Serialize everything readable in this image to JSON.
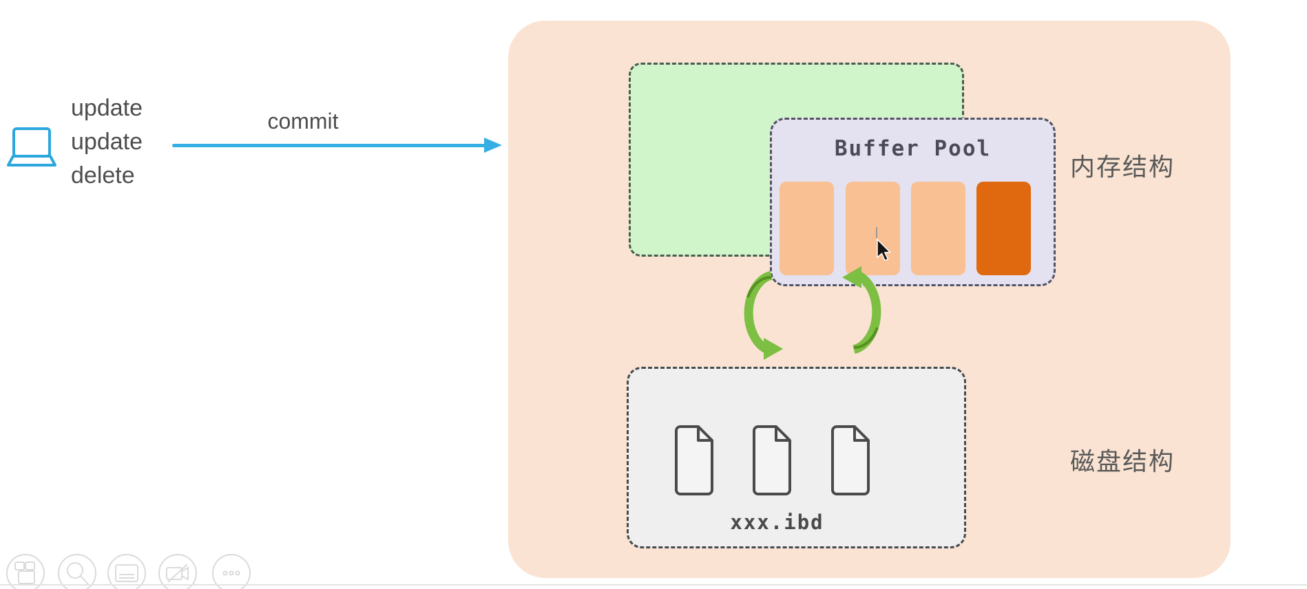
{
  "diagram": {
    "client": {
      "operations": [
        "update",
        "update",
        "delete"
      ]
    },
    "commit_arrow": {
      "label": "commit"
    },
    "memory_section": {
      "buffer_pool_title": "Buffer Pool",
      "section_label": "内存结构",
      "pages": {
        "clean_count": 3,
        "dirty_count": 1
      }
    },
    "disk_section": {
      "file_name": "xxx.ibd",
      "section_label": "磁盘结构",
      "file_count": 3
    }
  },
  "player_controls": {
    "icons": [
      "camera-icon",
      "search-icon",
      "notes-icon",
      "camera-off-icon",
      "more-icon"
    ]
  },
  "colors": {
    "panel_bg": "#fae3d2",
    "memory_zone_bg": "#d1f5cb",
    "buffer_pool_bg": "#e4e1f0",
    "page_clean": "#f8c093",
    "page_dirty": "#e0680f",
    "disk_bg": "#efeff0",
    "sync_arrow_green": "#7cbf43",
    "commit_blue": "#35aee3",
    "text_gray": "#4d4d4d"
  }
}
